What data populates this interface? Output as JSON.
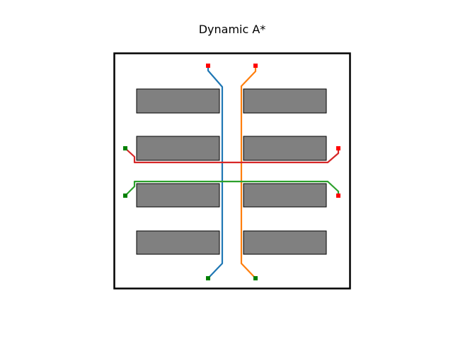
{
  "title": "Dynamic A*",
  "colors": {
    "background": "#ffffff",
    "border": "#000000",
    "obstacle_fill": "#808080",
    "start_marker": "#008000",
    "goal_marker": "#ff0000"
  },
  "obstacles": [
    {
      "name": "shelf-row1-left"
    },
    {
      "name": "shelf-row1-right"
    },
    {
      "name": "shelf-row2-left"
    },
    {
      "name": "shelf-row2-right"
    },
    {
      "name": "shelf-row3-left"
    },
    {
      "name": "shelf-row3-right"
    },
    {
      "name": "shelf-row4-left"
    },
    {
      "name": "shelf-row4-right"
    }
  ],
  "paths": [
    {
      "id": "blue",
      "color": "#1f77b4"
    },
    {
      "id": "orange",
      "color": "#ff7f0e"
    },
    {
      "id": "red",
      "color": "#d62728"
    },
    {
      "id": "green",
      "color": "#2ca02c"
    }
  ]
}
